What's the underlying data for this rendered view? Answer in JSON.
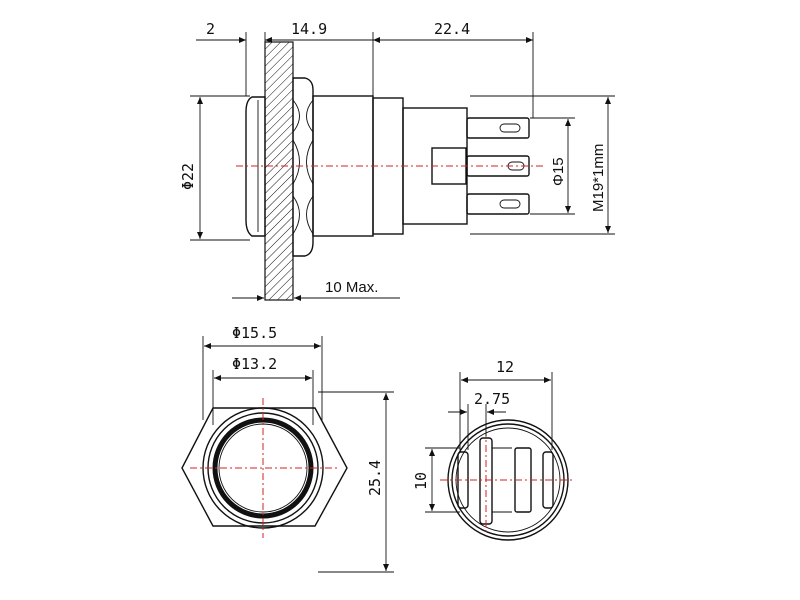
{
  "side_view": {
    "dim_flange": "2",
    "dim_body_front": "14.9",
    "dim_body_rear": "22.4",
    "dim_phi22": "Φ22",
    "dim_phi15": "Φ15",
    "dim_thread": "M19*1mm",
    "dim_panel": "10 Max."
  },
  "front_view": {
    "dim_phi155": "Φ15.5",
    "dim_phi132": "Φ13.2",
    "dim_height": "25.4"
  },
  "rear_view": {
    "dim_width": "12",
    "dim_pitch": "2.75",
    "dim_height": "10"
  },
  "colors": {
    "line": "#111111",
    "centerline": "#d62020",
    "hatch": "#111111"
  }
}
